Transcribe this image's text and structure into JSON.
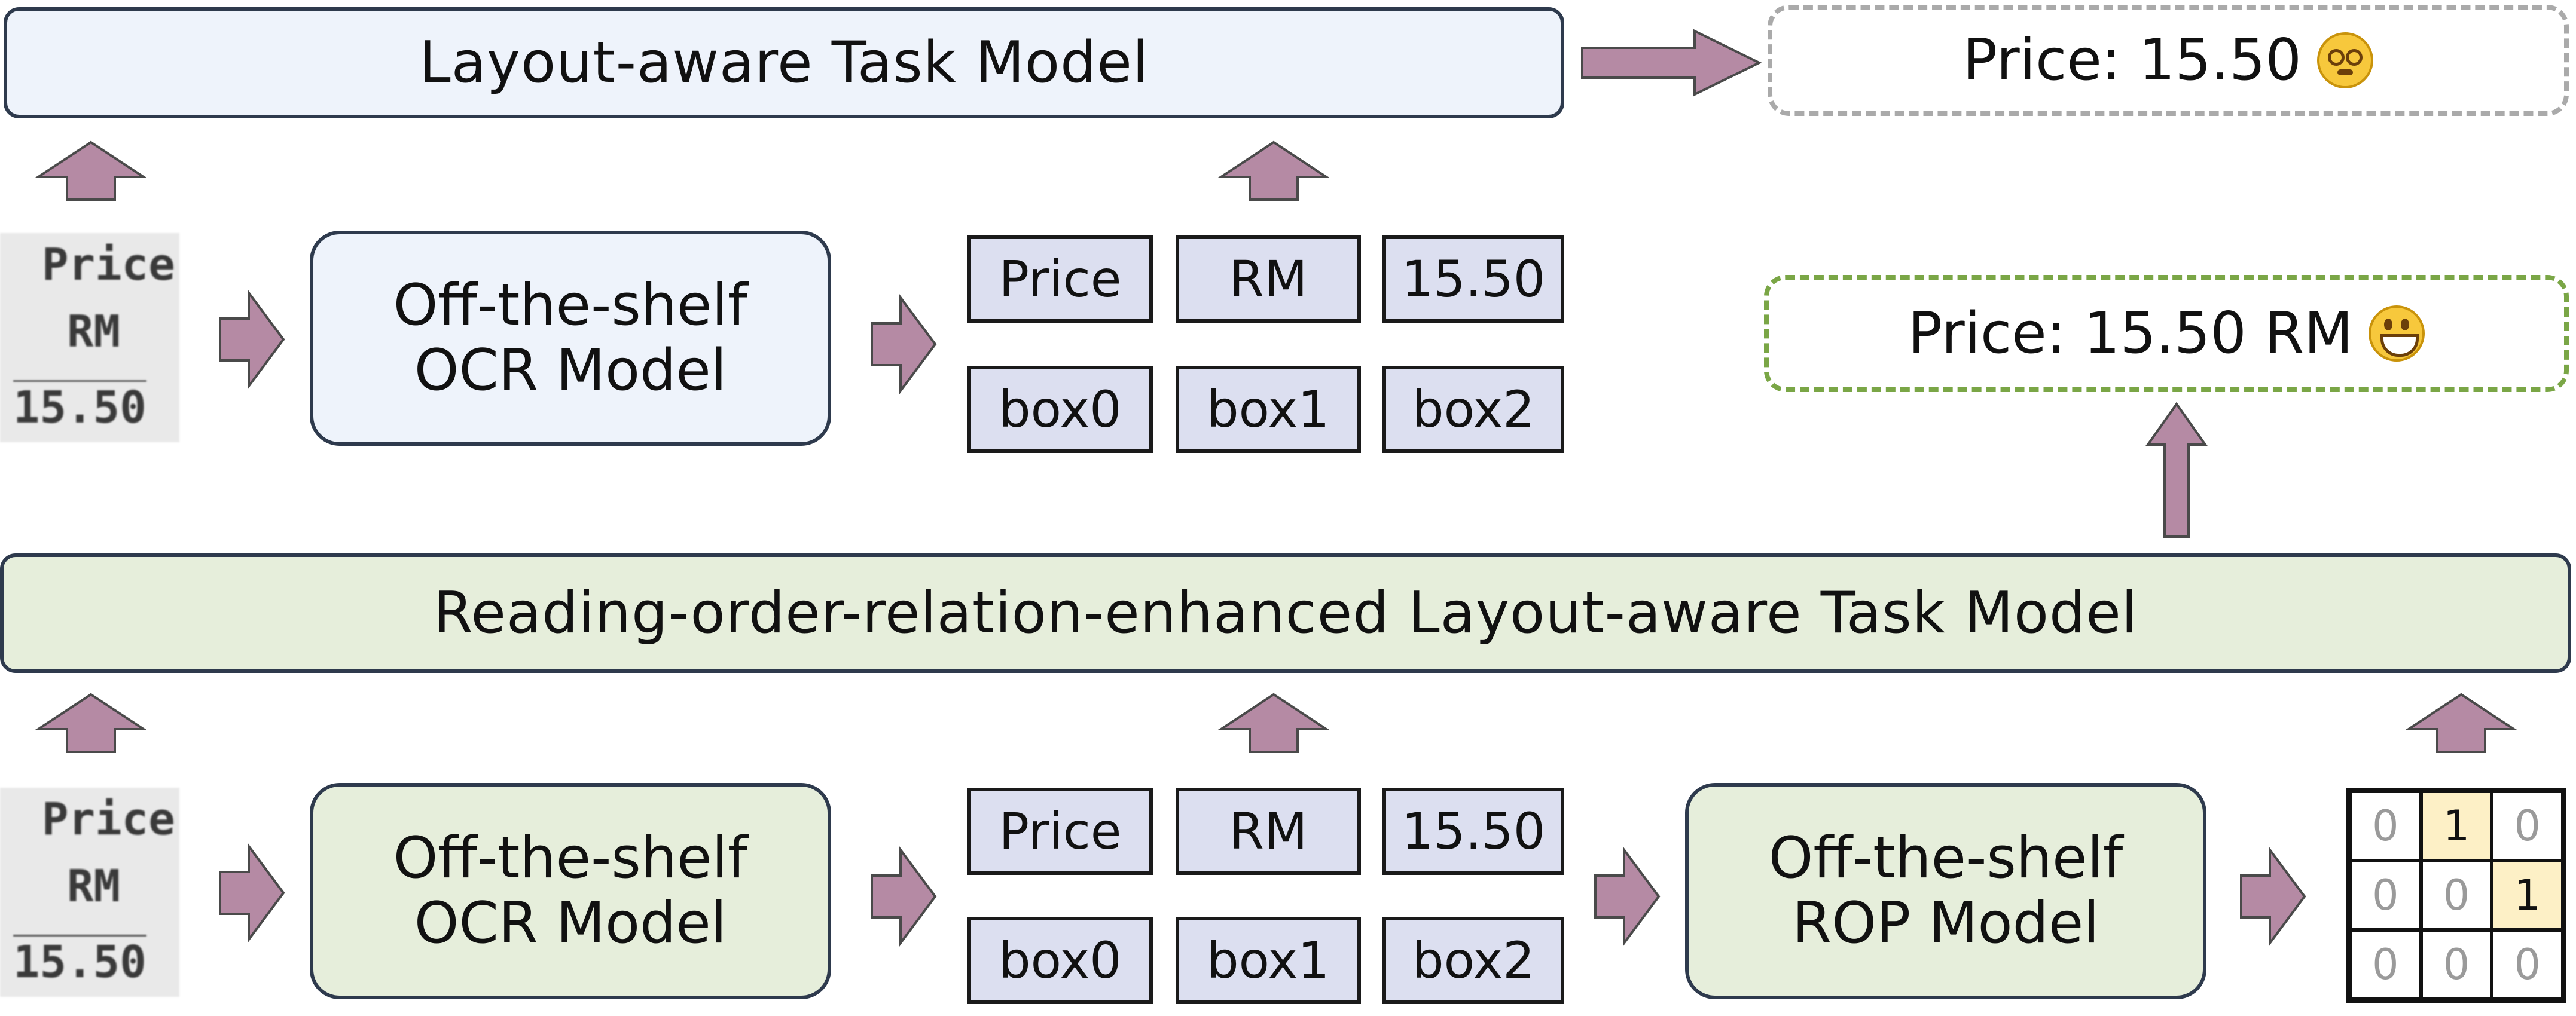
{
  "top_pipeline": {
    "task_model_label": "Layout-aware Task Model",
    "ocr_model_lines": [
      "Off-the-shelf",
      "OCR Model"
    ],
    "image_crop_text": [
      "Price",
      "RM",
      "15.50"
    ],
    "tokens": [
      "Price",
      "RM",
      "15.50"
    ],
    "boxes": [
      "box0",
      "box1",
      "box2"
    ],
    "output_text": "Price: 15.50",
    "output_emoji": "dizzy-face-icon"
  },
  "bottom_pipeline": {
    "task_model_label": "Reading-order-relation-enhanced Layout-aware Task Model",
    "ocr_model_lines": [
      "Off-the-shelf",
      "OCR Model"
    ],
    "image_crop_text": [
      "Price",
      "RM",
      "15.50"
    ],
    "tokens": [
      "Price",
      "RM",
      "15.50"
    ],
    "boxes": [
      "box0",
      "box1",
      "box2"
    ],
    "rop_model_lines": [
      "Off-the-shelf",
      "ROP Model"
    ],
    "relation_matrix": [
      [
        "0",
        "1",
        "0"
      ],
      [
        "0",
        "0",
        "1"
      ],
      [
        "0",
        "0",
        "0"
      ]
    ],
    "output_text": "Price: 15.50 RM",
    "output_emoji": "grinning-face-icon"
  },
  "colors": {
    "arrow": "#b58aa4",
    "arrow_stroke": "#4a4a4a",
    "top_fill": "#eef3fb",
    "bottom_fill": "#e6eedb",
    "token_fill": "#dcdff0",
    "dashed_bad": "#aaaaaa",
    "dashed_good": "#7aa646",
    "matrix_highlight": "#fdf0c6"
  }
}
